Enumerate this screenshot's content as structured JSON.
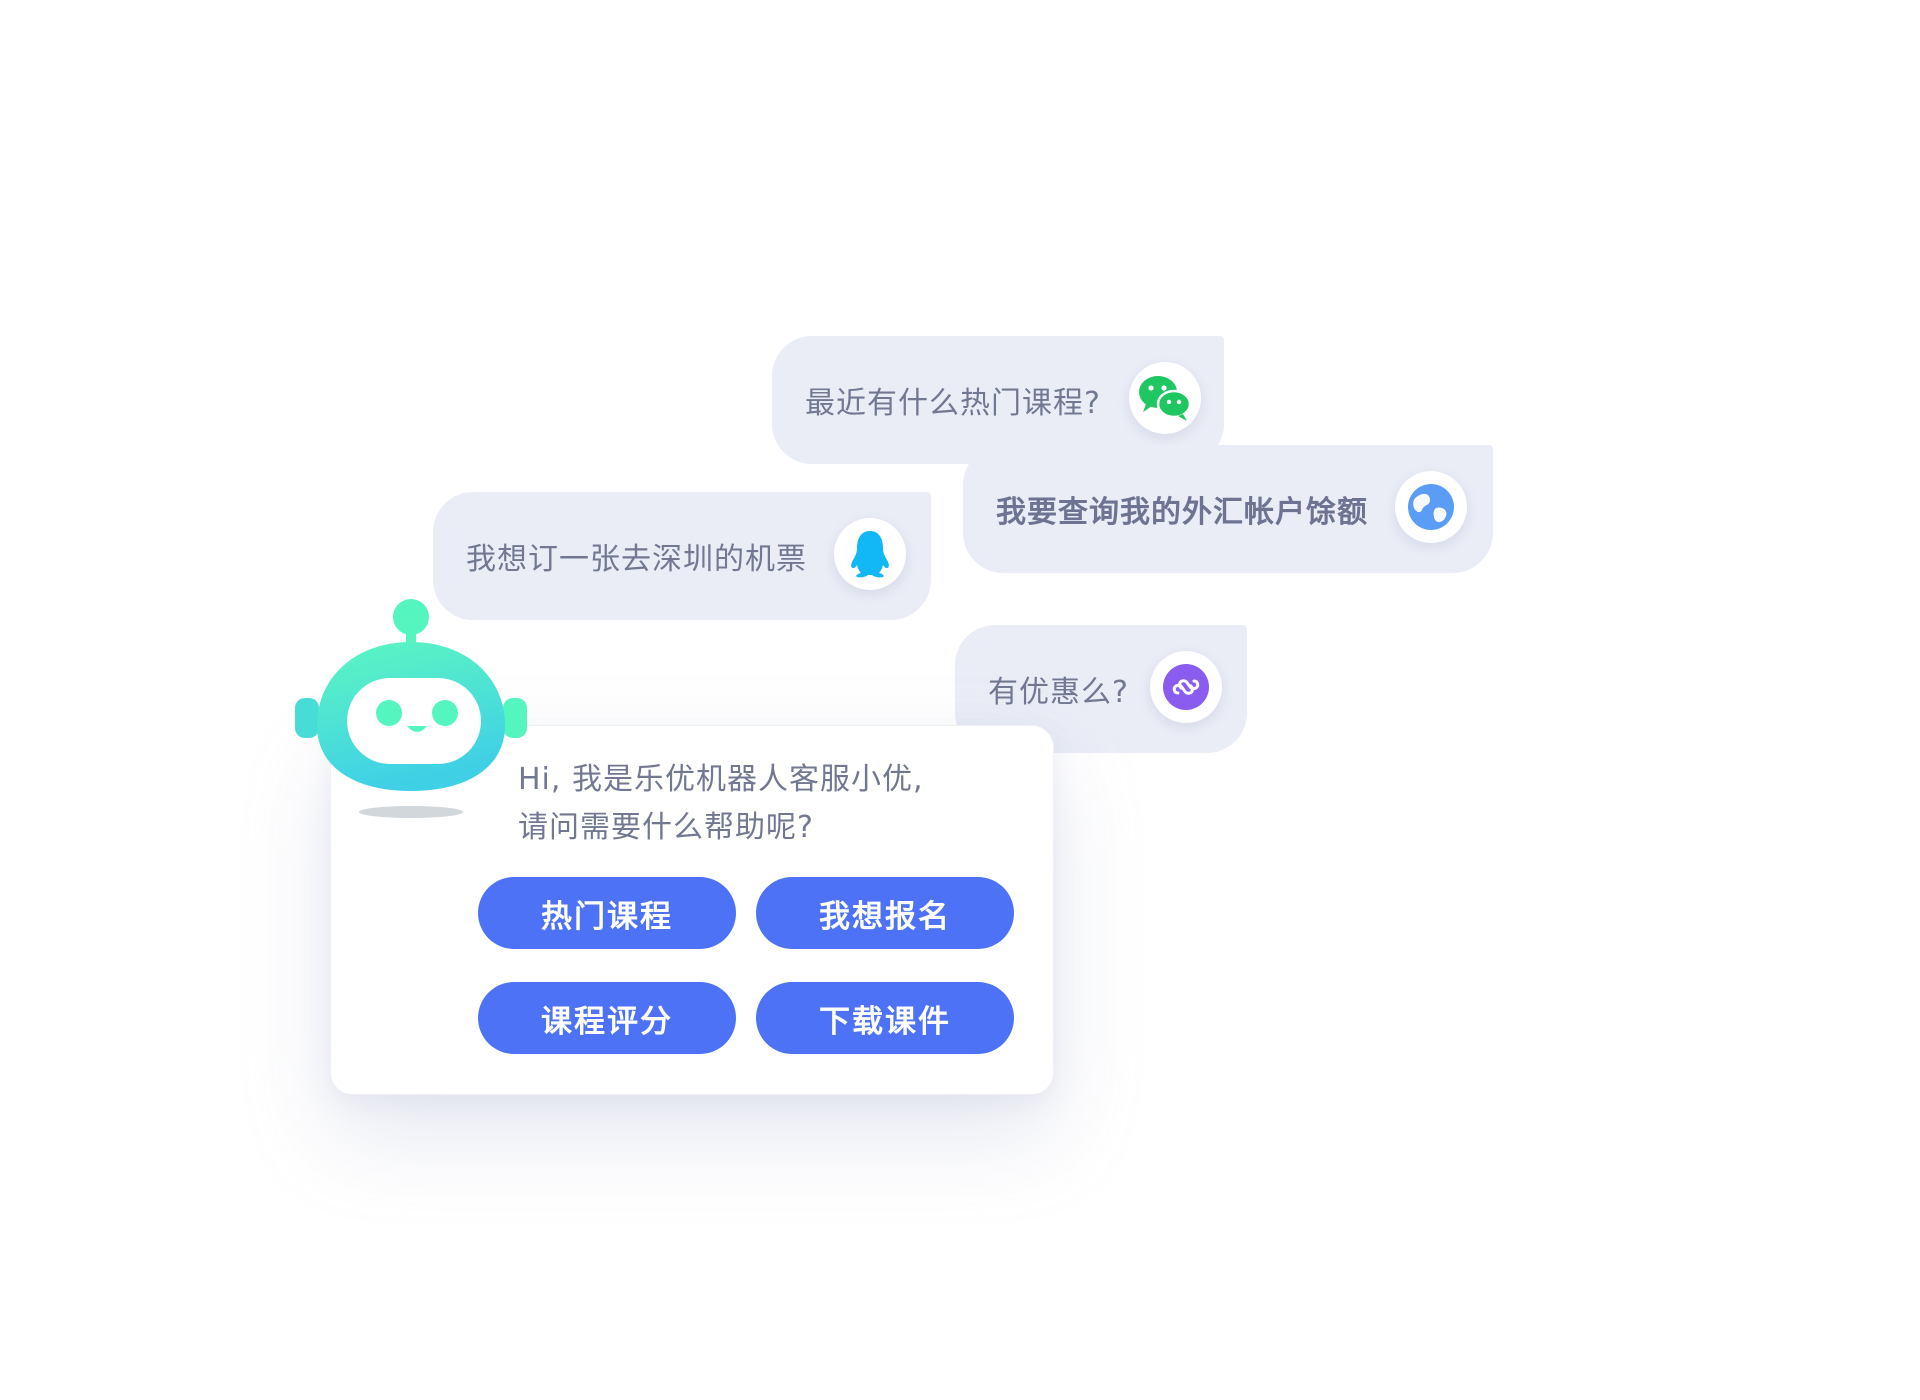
{
  "messages": [
    {
      "text": "最近有什么热门课程?",
      "channel_icon": "wechat-icon"
    },
    {
      "text": "我要查询我的外汇帐户馀额",
      "channel_icon": "globe-icon"
    },
    {
      "text": "我想订一张去深圳的机票",
      "channel_icon": "qq-penguin-icon"
    },
    {
      "text": "有优惠么?",
      "channel_icon": "mini-program-icon"
    }
  ],
  "bot": {
    "avatar_icon": "robot-icon",
    "greeting_line1": "Hi, 我是乐优机器人客服小优,",
    "greeting_line2": "请问需要什么帮助呢?",
    "quick_replies": [
      "热门课程",
      "我想报名",
      "课程评分",
      "下载课件"
    ]
  },
  "colors": {
    "bubble_bg": "#eaedf6",
    "text": "#727892",
    "accent": "#4d72f6",
    "wechat": "#1fc763",
    "qq": "#12b7f5",
    "globe": "#5b9cf5",
    "mini_program": "#8b5cf0",
    "robot_primary": "#55f5c0"
  }
}
